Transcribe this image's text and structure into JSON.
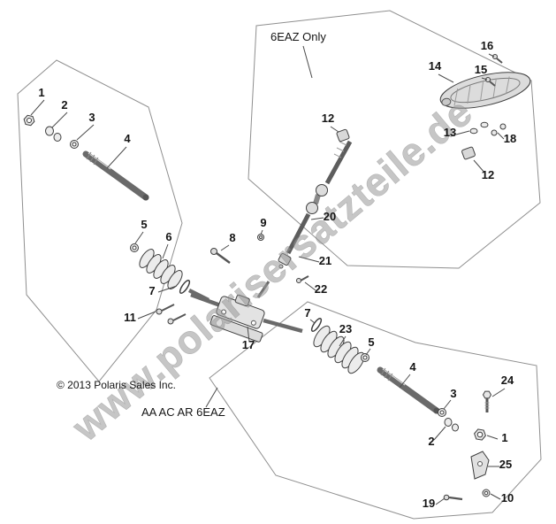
{
  "watermark": {
    "text": "www.polarisersatzteile.de"
  },
  "labels": {
    "group_top": "6EAZ Only",
    "group_bottom": "AA AC AR 6EAZ",
    "copyright": "© 2013 Polaris Sales Inc."
  },
  "callouts": [
    {
      "label": "1"
    },
    {
      "label": "2"
    },
    {
      "label": "3"
    },
    {
      "label": "4"
    },
    {
      "label": "5"
    },
    {
      "label": "6"
    },
    {
      "label": "7"
    },
    {
      "label": "8"
    },
    {
      "label": "9"
    },
    {
      "label": "11"
    },
    {
      "label": "17"
    },
    {
      "label": "12"
    },
    {
      "label": "20"
    },
    {
      "label": "21"
    },
    {
      "label": "22"
    },
    {
      "label": "7"
    },
    {
      "label": "23"
    },
    {
      "label": "5"
    },
    {
      "label": "4"
    },
    {
      "label": "3"
    },
    {
      "label": "2"
    },
    {
      "label": "1"
    },
    {
      "label": "24"
    },
    {
      "label": "25"
    },
    {
      "label": "19"
    },
    {
      "label": "10"
    },
    {
      "label": "14"
    },
    {
      "label": "15"
    },
    {
      "label": "16"
    },
    {
      "label": "13"
    },
    {
      "label": "18"
    },
    {
      "label": "12"
    }
  ]
}
